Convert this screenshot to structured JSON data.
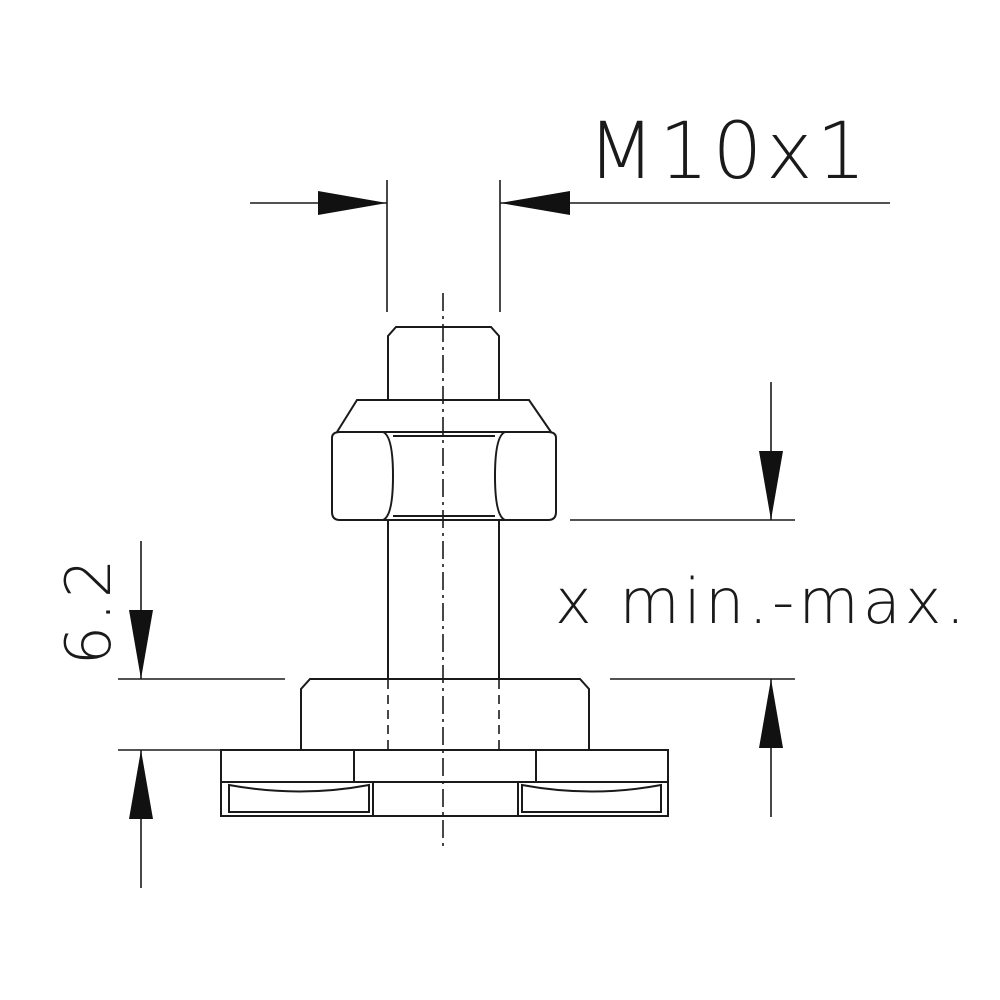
{
  "diagram": {
    "thread_label": "M10x1",
    "height_label": "x min.-max.",
    "base_label": "6.2"
  },
  "colors": {
    "line": "#1a1a1a",
    "background": "#ffffff"
  }
}
